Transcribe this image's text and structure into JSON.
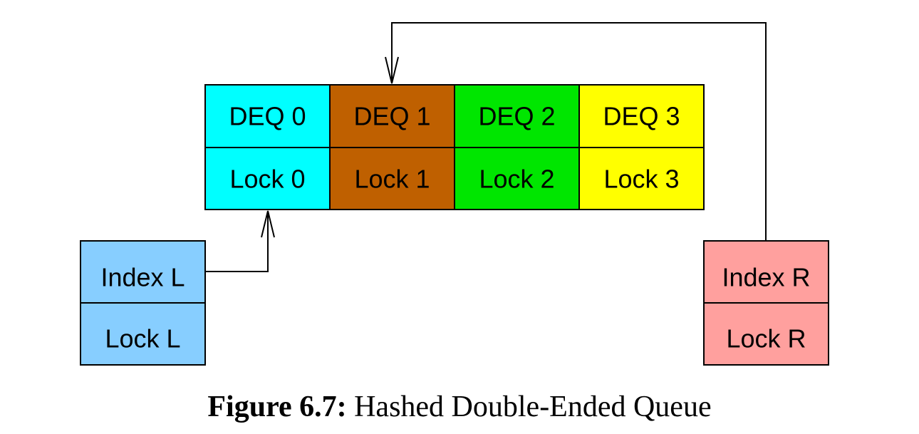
{
  "hash_table": {
    "cells": [
      {
        "deq": "DEQ 0",
        "lock": "Lock 0",
        "color": "#00FFFF"
      },
      {
        "deq": "DEQ 1",
        "lock": "Lock 1",
        "color": "#BF6000"
      },
      {
        "deq": "DEQ 2",
        "lock": "Lock 2",
        "color": "#00E600"
      },
      {
        "deq": "DEQ 3",
        "lock": "Lock 3",
        "color": "#FFFF00"
      }
    ]
  },
  "left_box": {
    "index": "Index L",
    "lock": "Lock L",
    "color": "#87CEFF"
  },
  "right_box": {
    "index": "Index R",
    "lock": "Lock R",
    "color": "#FFA09E"
  },
  "caption": {
    "label": "Figure 6.7:",
    "text": "Hashed Double-Ended Queue"
  }
}
